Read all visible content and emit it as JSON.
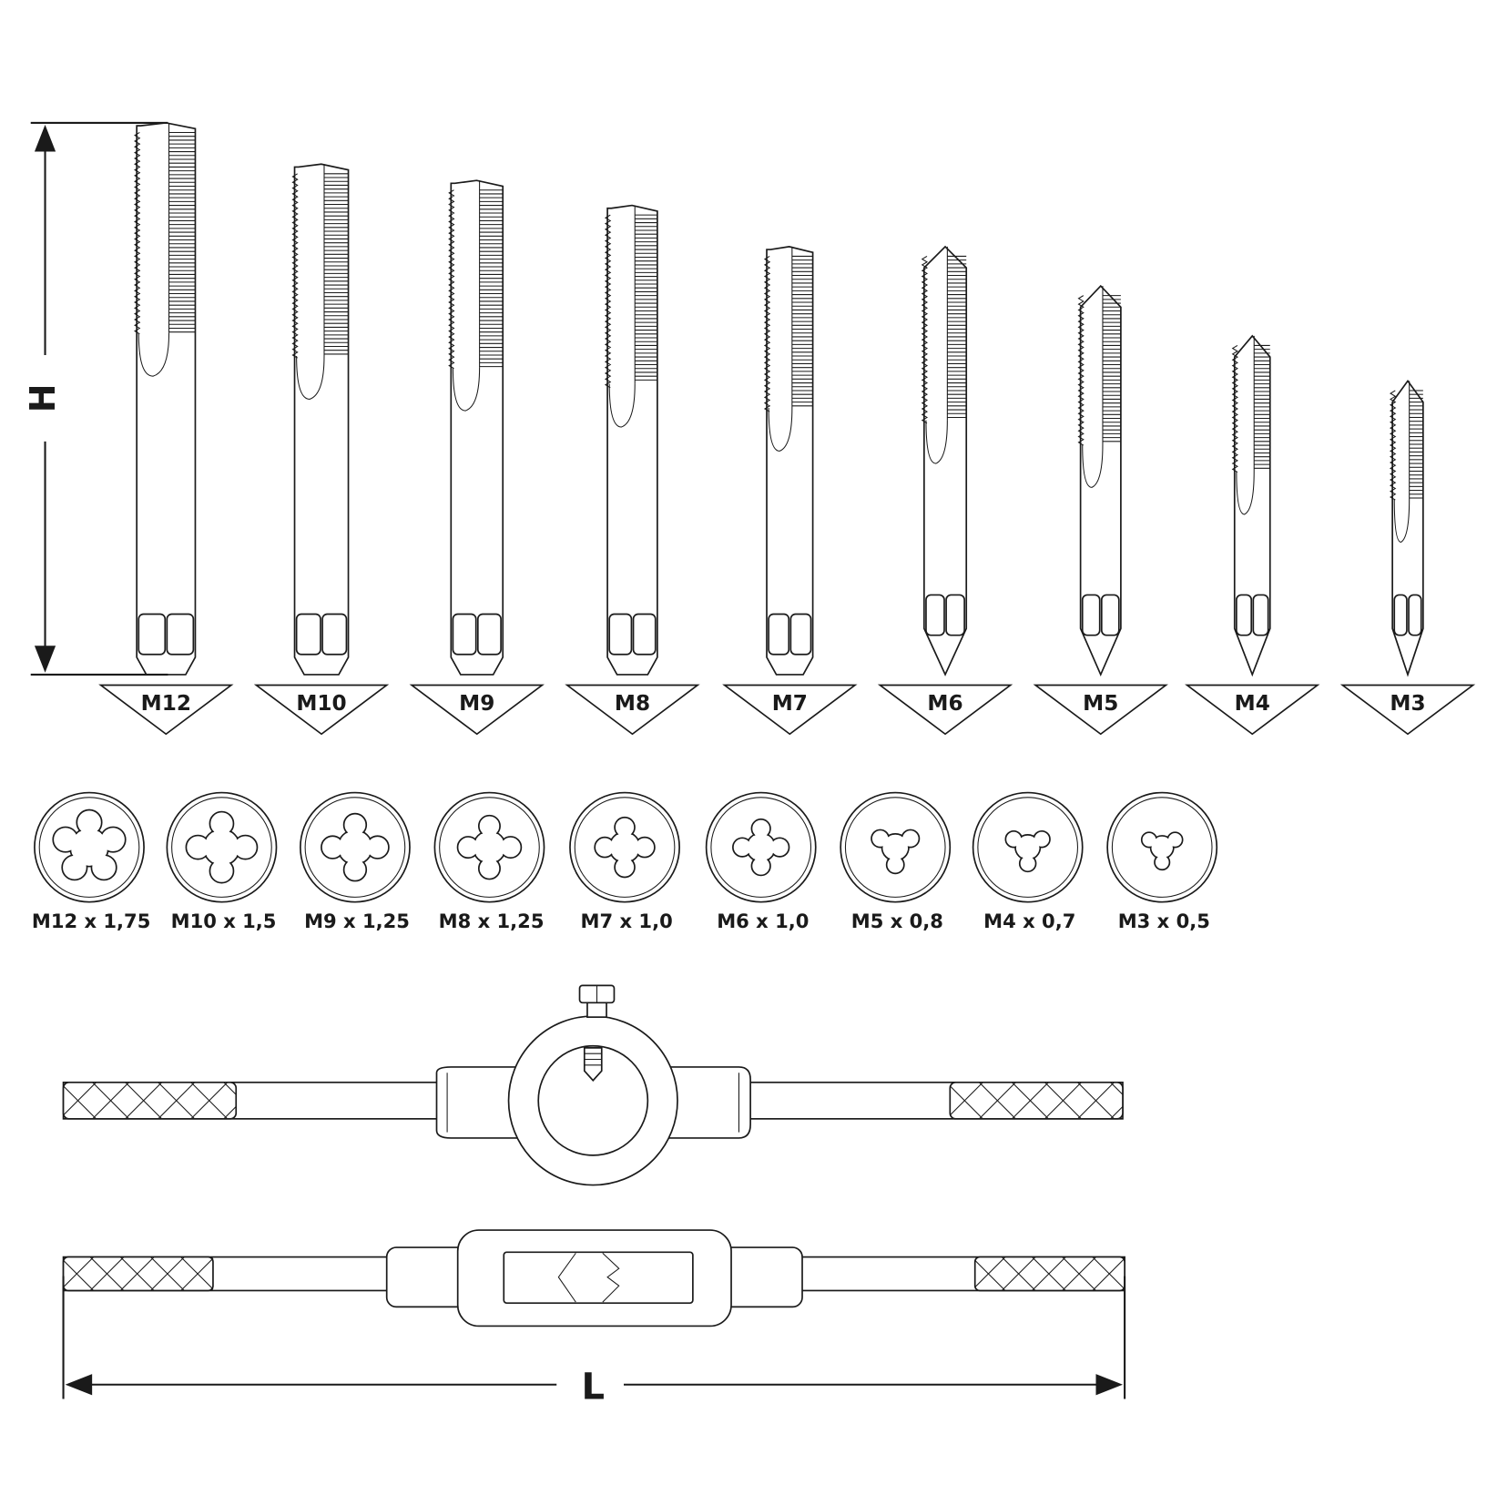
{
  "dimensions": {
    "height_label": "H",
    "length_label": "L"
  },
  "taps": [
    {
      "size": "M12"
    },
    {
      "size": "M10"
    },
    {
      "size": "M9"
    },
    {
      "size": "M8"
    },
    {
      "size": "M7"
    },
    {
      "size": "M6"
    },
    {
      "size": "M5"
    },
    {
      "size": "M4"
    },
    {
      "size": "M3"
    }
  ],
  "dies": [
    {
      "label": "M12 x 1,75",
      "flutes": 5
    },
    {
      "label": "M10 x 1,5",
      "flutes": 4
    },
    {
      "label": "M9 x 1,25",
      "flutes": 4
    },
    {
      "label": "M8 x 1,25",
      "flutes": 4
    },
    {
      "label": "M7 x 1,0",
      "flutes": 4
    },
    {
      "label": "M6 x 1,0",
      "flutes": 4
    },
    {
      "label": "M5 x 0,8",
      "flutes": 3
    },
    {
      "label": "M4 x 0,7",
      "flutes": 3
    },
    {
      "label": "M3 x 0,5",
      "flutes": 3
    }
  ],
  "colors": {
    "line": "#1a1a1a",
    "background": "#ffffff"
  }
}
